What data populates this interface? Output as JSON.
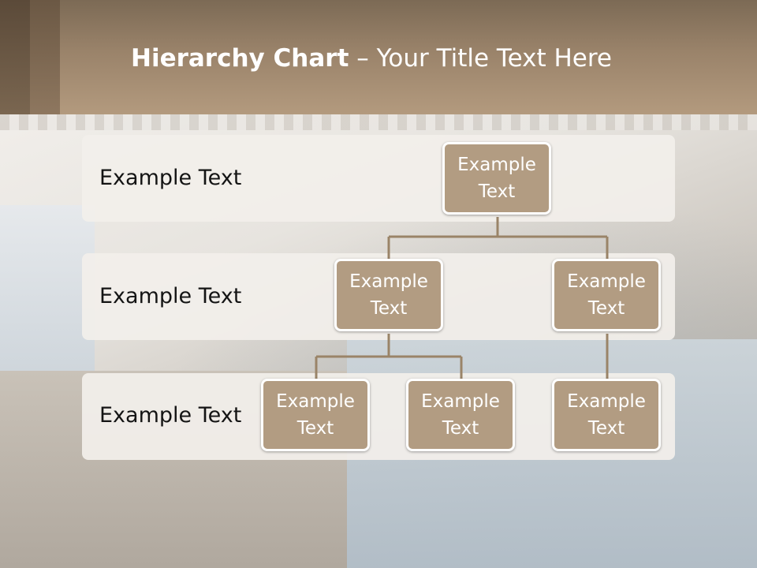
{
  "slide": {
    "title_bold": "Hierarchy Chart",
    "title_rest": " – Your Title Text Here"
  },
  "rows": [
    {
      "label": "Example Text"
    },
    {
      "label": "Example Text"
    },
    {
      "label": "Example Text"
    }
  ],
  "nodes": {
    "root": {
      "line1": "Example",
      "line2": "Text"
    },
    "level2_left": {
      "line1": "Example",
      "line2": "Text"
    },
    "level2_right": {
      "line1": "Example",
      "line2": "Text"
    },
    "level3_a": {
      "line1": "Example",
      "line2": "Text"
    },
    "level3_b": {
      "line1": "Example",
      "line2": "Text"
    },
    "level3_c": {
      "line1": "Example",
      "line2": "Text"
    }
  },
  "colors": {
    "header": "#9a836a",
    "node_fill": "#b29c82",
    "connector": "#9a8468"
  }
}
